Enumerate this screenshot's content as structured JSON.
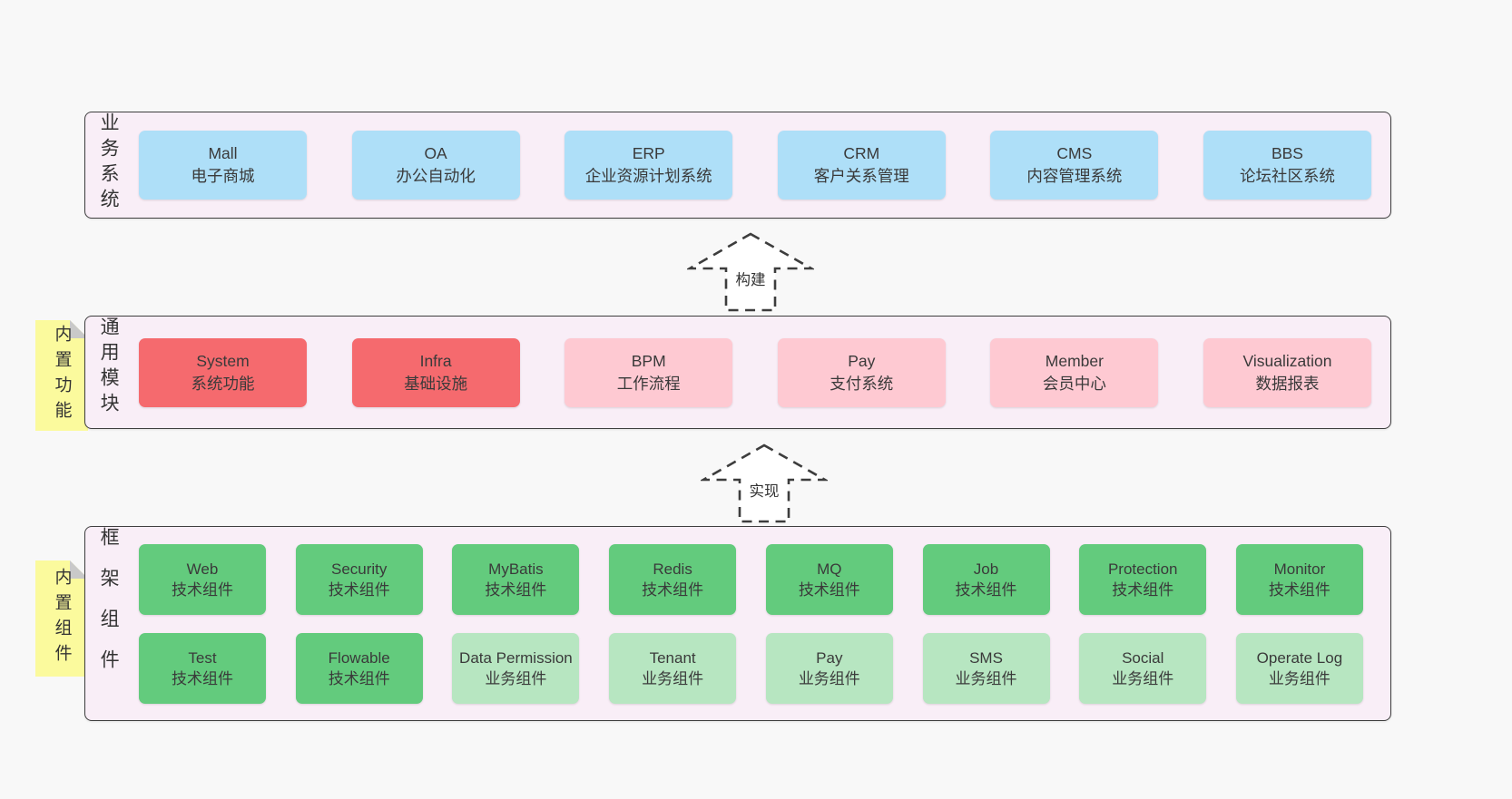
{
  "colors": {
    "page_bg": "#f8f8f8",
    "band_bg": "#f9eef7",
    "band_border": "#3f3f3f",
    "node_blue": "#aedff8",
    "node_red": "#f56a6e",
    "node_pink": "#fec9d2",
    "node_green": "#63cb7d",
    "node_lightgreen": "#b7e6c1",
    "sticky_yellow": "#fbfa9d",
    "sticky_fold": "#c9c9c9",
    "text": "#3a3a3a"
  },
  "band1": {
    "label": "业务系统",
    "boxes": [
      {
        "name": "Mall",
        "subtitle": "电子商城",
        "variant": "blue"
      },
      {
        "name": "OA",
        "subtitle": "办公自动化",
        "variant": "blue"
      },
      {
        "name": "ERP",
        "subtitle": "企业资源计划系统",
        "variant": "blue"
      },
      {
        "name": "CRM",
        "subtitle": "客户关系管理",
        "variant": "blue"
      },
      {
        "name": "CMS",
        "subtitle": "内容管理系统",
        "variant": "blue"
      },
      {
        "name": "BBS",
        "subtitle": "论坛社区系统",
        "variant": "blue"
      }
    ]
  },
  "band2": {
    "label": "通用模块",
    "sticky": "内置功能",
    "boxes": [
      {
        "name": "System",
        "subtitle": "系统功能",
        "variant": "red"
      },
      {
        "name": "Infra",
        "subtitle": "基础设施",
        "variant": "red"
      },
      {
        "name": "BPM",
        "subtitle": "工作流程",
        "variant": "pink"
      },
      {
        "name": "Pay",
        "subtitle": "支付系统",
        "variant": "pink"
      },
      {
        "name": "Member",
        "subtitle": "会员中心",
        "variant": "pink"
      },
      {
        "name": "Visualization",
        "subtitle": "数据报表",
        "variant": "pink"
      }
    ]
  },
  "band3": {
    "label": "框架组件",
    "sticky": "内置组件",
    "row1": [
      {
        "name": "Web",
        "subtitle": "技术组件",
        "variant": "green"
      },
      {
        "name": "Security",
        "subtitle": "技术组件",
        "variant": "green"
      },
      {
        "name": "MyBatis",
        "subtitle": "技术组件",
        "variant": "green"
      },
      {
        "name": "Redis",
        "subtitle": "技术组件",
        "variant": "green"
      },
      {
        "name": "MQ",
        "subtitle": "技术组件",
        "variant": "green"
      },
      {
        "name": "Job",
        "subtitle": "技术组件",
        "variant": "green"
      },
      {
        "name": "Protection",
        "subtitle": "技术组件",
        "variant": "green"
      },
      {
        "name": "Monitor",
        "subtitle": "技术组件",
        "variant": "green"
      }
    ],
    "row2": [
      {
        "name": "Test",
        "subtitle": "技术组件",
        "variant": "green"
      },
      {
        "name": "Flowable",
        "subtitle": "技术组件",
        "variant": "green"
      },
      {
        "name": "Data Permission",
        "subtitle": "业务组件",
        "variant": "lightgreen"
      },
      {
        "name": "Tenant",
        "subtitle": "业务组件",
        "variant": "lightgreen"
      },
      {
        "name": "Pay",
        "subtitle": "业务组件",
        "variant": "lightgreen"
      },
      {
        "name": "SMS",
        "subtitle": "业务组件",
        "variant": "lightgreen"
      },
      {
        "name": "Social",
        "subtitle": "业务组件",
        "variant": "lightgreen"
      },
      {
        "name": "Operate Log",
        "subtitle": "业务组件",
        "variant": "lightgreen"
      }
    ]
  },
  "arrows": {
    "build": "构建",
    "implement": "实现"
  }
}
